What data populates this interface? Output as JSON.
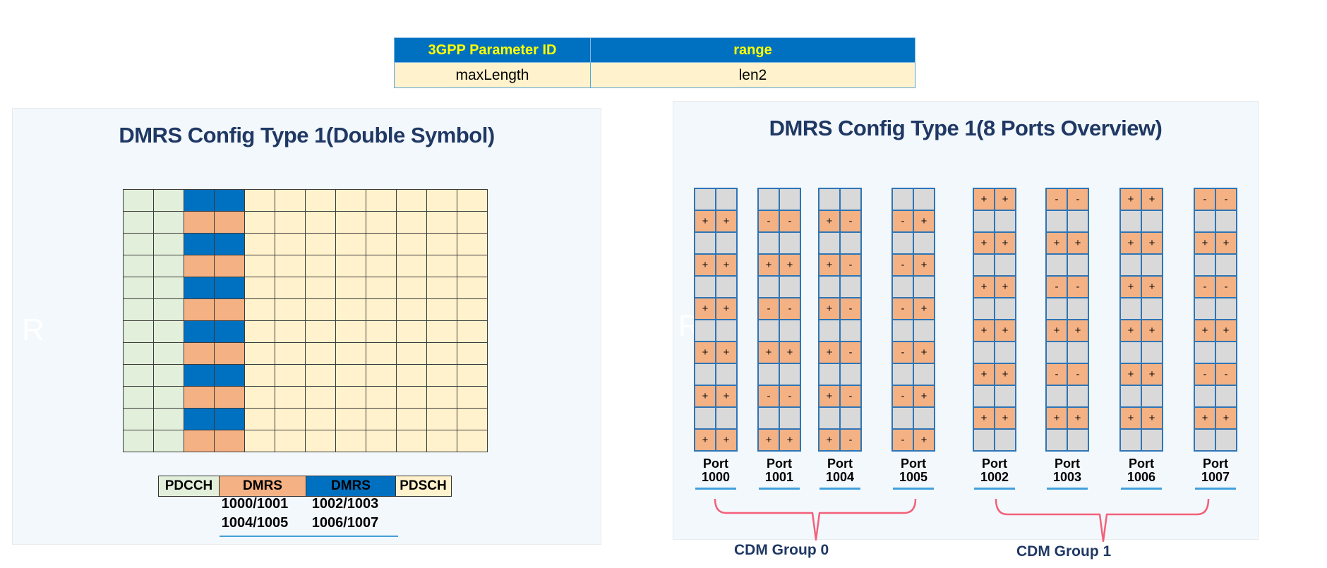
{
  "param_table": {
    "headers": [
      "3GPP Parameter ID",
      "range"
    ],
    "rows": [
      [
        "maxLength",
        "len2"
      ]
    ]
  },
  "left_panel": {
    "title": "DMRS Config Type 1(Double Symbol)",
    "watermark": "R",
    "grid": {
      "rows": 12,
      "cols": 12,
      "col_types": [
        "PDCCH",
        "PDCCH",
        "DMRS",
        "DMRS",
        "PDSCH",
        "PDSCH",
        "PDSCH",
        "PDSCH",
        "PDSCH",
        "PDSCH",
        "PDSCH",
        "PDSCH"
      ],
      "dmrs_row_alternation": [
        "blue",
        "orange"
      ]
    },
    "legend": [
      {
        "label": "PDCCH",
        "color": "#E2EFDA"
      },
      {
        "label": "DMRS",
        "color": "#F4B183"
      },
      {
        "label": "DMRS",
        "color": "#0070C0"
      },
      {
        "label": "PDSCH",
        "color": "#FFF2CC"
      }
    ],
    "port_numbers": [
      [
        "1000/1001",
        "1002/1003"
      ],
      [
        "1004/1005",
        "1006/1007"
      ]
    ]
  },
  "right_panel": {
    "title": "DMRS Config Type 1(8 Ports Overview)",
    "watermark": "R",
    "ports": [
      {
        "label": "Port",
        "number": "1000",
        "cdm_group": 0,
        "dmrs_symbol_rows": "even",
        "signs": [
          [
            "+",
            "+"
          ],
          [
            "+",
            "+"
          ],
          [
            "+",
            "+"
          ],
          [
            "+",
            "+"
          ],
          [
            "+",
            "+"
          ],
          [
            "+",
            "+"
          ]
        ]
      },
      {
        "label": "Port",
        "number": "1001",
        "cdm_group": 0,
        "dmrs_symbol_rows": "even",
        "signs": [
          [
            "-",
            "-"
          ],
          [
            "+",
            "+"
          ],
          [
            "-",
            "-"
          ],
          [
            "+",
            "+"
          ],
          [
            "-",
            "-"
          ],
          [
            "+",
            "+"
          ]
        ]
      },
      {
        "label": "Port",
        "number": "1004",
        "cdm_group": 0,
        "dmrs_symbol_rows": "even",
        "signs": [
          [
            "+",
            "-"
          ],
          [
            "+",
            "-"
          ],
          [
            "+",
            "-"
          ],
          [
            "+",
            "-"
          ],
          [
            "+",
            "-"
          ],
          [
            "+",
            "-"
          ]
        ]
      },
      {
        "label": "Port",
        "number": "1005",
        "cdm_group": 0,
        "dmrs_symbol_rows": "even",
        "signs": [
          [
            "-",
            "+"
          ],
          [
            "-",
            "+"
          ],
          [
            "-",
            "+"
          ],
          [
            "-",
            "+"
          ],
          [
            "-",
            "+"
          ],
          [
            "-",
            "+"
          ]
        ]
      },
      {
        "label": "Port",
        "number": "1002",
        "cdm_group": 1,
        "dmrs_symbol_rows": "odd",
        "signs": [
          [
            "+",
            "+"
          ],
          [
            "+",
            "+"
          ],
          [
            "+",
            "+"
          ],
          [
            "+",
            "+"
          ],
          [
            "+",
            "+"
          ],
          [
            "+",
            "+"
          ]
        ]
      },
      {
        "label": "Port",
        "number": "1003",
        "cdm_group": 1,
        "dmrs_symbol_rows": "odd",
        "signs": [
          [
            "-",
            "-"
          ],
          [
            "+",
            "+"
          ],
          [
            "-",
            "-"
          ],
          [
            "+",
            "+"
          ],
          [
            "-",
            "-"
          ],
          [
            "+",
            "+"
          ]
        ]
      },
      {
        "label": "Port",
        "number": "1006",
        "cdm_group": 1,
        "dmrs_symbol_rows": "odd",
        "signs": [
          [
            "+",
            "+"
          ],
          [
            "+",
            "+"
          ],
          [
            "+",
            "+"
          ],
          [
            "+",
            "+"
          ],
          [
            "+",
            "+"
          ],
          [
            "+",
            "+"
          ]
        ]
      },
      {
        "label": "Port",
        "number": "1007",
        "cdm_group": 1,
        "dmrs_symbol_rows": "odd",
        "signs": [
          [
            "-",
            "-"
          ],
          [
            "+",
            "+"
          ],
          [
            "-",
            "-"
          ],
          [
            "+",
            "+"
          ],
          [
            "-",
            "-"
          ],
          [
            "+",
            "+"
          ]
        ]
      }
    ],
    "groups": [
      {
        "label": "CDM Group 0",
        "ports": [
          "1000",
          "1001",
          "1004",
          "1005"
        ]
      },
      {
        "label": "CDM Group 1",
        "ports": [
          "1002",
          "1003",
          "1006",
          "1007"
        ]
      }
    ]
  },
  "colors": {
    "dmrs_blue": "#0070C0",
    "dmrs_orange": "#F4B183",
    "pdcch_green": "#E2EFDA",
    "pdsch_cream": "#FFF2CC",
    "blank_gray": "#D9D9D9",
    "port_border_blue": "#2E75B6",
    "title_navy": "#1F3864",
    "brace_pink": "#F4607A",
    "underline_blue": "#41A0DC",
    "header_text_yellow": "#FFFF00"
  }
}
